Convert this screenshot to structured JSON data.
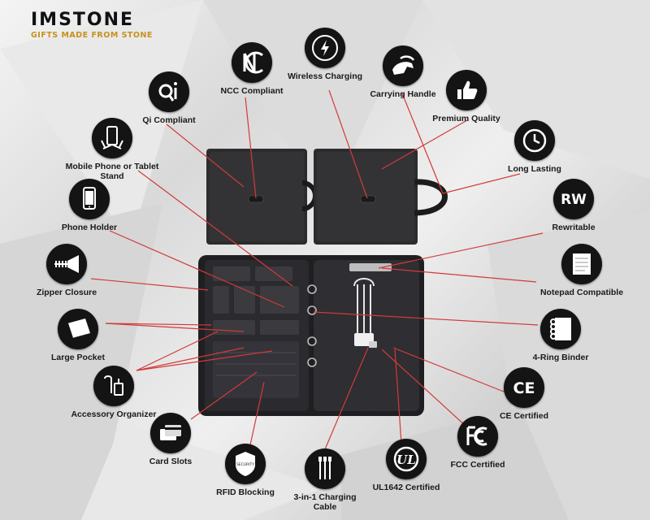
{
  "brand": {
    "name": "IMSTONE",
    "tagline": "GIFTS MADE FROM STONE",
    "accent_color": "#c8901c"
  },
  "features": [
    {
      "key": "ncc",
      "label": "NCC Compliant",
      "icon": "ncc-logo-icon"
    },
    {
      "key": "wireless",
      "label": "Wireless Charging",
      "icon": "wireless-charging-icon"
    },
    {
      "key": "handle",
      "label": "Carrying Handle",
      "icon": "hand-handle-icon"
    },
    {
      "key": "premium",
      "label": "Premium Quality",
      "icon": "thumbs-up-icon"
    },
    {
      "key": "qi",
      "label": "Qi Compliant",
      "icon": "qi-logo-icon"
    },
    {
      "key": "stand",
      "label": "Mobile Phone or Tablet Stand",
      "icon": "phone-stand-icon"
    },
    {
      "key": "lasting",
      "label": "Long Lasting",
      "icon": "clock-icon"
    },
    {
      "key": "phone",
      "label": "Phone Holder",
      "icon": "smartphone-icon"
    },
    {
      "key": "rw",
      "label": "Rewritable",
      "icon": "rw-text-icon",
      "icon_text": "RW"
    },
    {
      "key": "zipper",
      "label": "Zipper Closure",
      "icon": "zipper-icon"
    },
    {
      "key": "notepad",
      "label": "Notepad Compatible",
      "icon": "notepad-icon"
    },
    {
      "key": "pocket",
      "label": "Large Pocket",
      "icon": "book-pocket-icon"
    },
    {
      "key": "binder",
      "label": "4-Ring Binder",
      "icon": "ring-binder-icon"
    },
    {
      "key": "organizer",
      "label": "Accessory Organizer",
      "icon": "accessory-organizer-icon"
    },
    {
      "key": "ce",
      "label": "CE Certified",
      "icon": "ce-mark-icon",
      "icon_text": "CE"
    },
    {
      "key": "cards",
      "label": "Card Slots",
      "icon": "card-slots-icon"
    },
    {
      "key": "fcc",
      "label": "FCC Certified",
      "icon": "fcc-logo-icon"
    },
    {
      "key": "rfid",
      "label": "RFID Blocking",
      "icon": "rfid-shield-icon",
      "icon_text": "SECURITY"
    },
    {
      "key": "cable",
      "label": "3-in-1 Charging Cable",
      "icon": "three-cables-icon"
    },
    {
      "key": "ul",
      "label": "UL1642 Certified",
      "icon": "ul-logo-icon",
      "icon_text": "UL"
    }
  ],
  "colors": {
    "icon_bg": "#141414",
    "line": "#d23a3a",
    "leather": "#2c2c2e"
  }
}
